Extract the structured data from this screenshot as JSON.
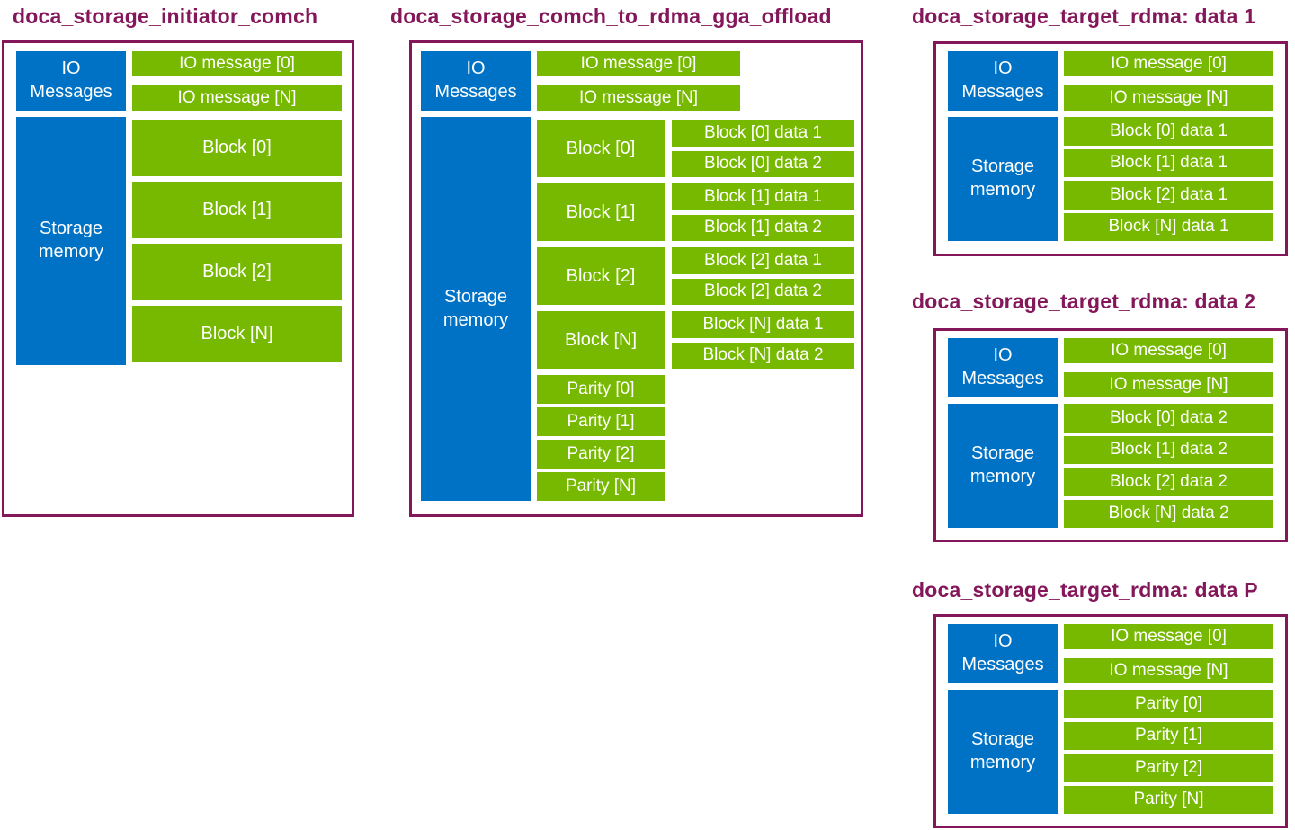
{
  "colors": {
    "green": "#76B900",
    "blue": "#0072C6",
    "magenta": "#84175A",
    "box_text": "#FFFFFF",
    "background": "#FFFFFF"
  },
  "panels": {
    "initiator": {
      "title": "doca_storage_initiator_comch",
      "io_label": "IO Messages",
      "messages": [
        "IO message [0]",
        "IO message [N]"
      ],
      "storage_label": "Storage memory",
      "blocks": [
        "Block [0]",
        "Block [1]",
        "Block [2]",
        "Block [N]"
      ]
    },
    "offload": {
      "title": "doca_storage_comch_to_rdma_gga_offload",
      "io_label": "IO Messages",
      "messages": [
        "IO message [0]",
        "IO message [N]"
      ],
      "storage_label": "Storage memory",
      "block_rows": [
        {
          "label": "Block [0]",
          "data": [
            "Block [0] data 1",
            "Block [0] data 2"
          ]
        },
        {
          "label": "Block [1]",
          "data": [
            "Block [1] data 1",
            "Block [1] data 2"
          ]
        },
        {
          "label": "Block [2]",
          "data": [
            "Block [2] data 1",
            "Block [2] data 2"
          ]
        },
        {
          "label": "Block [N]",
          "data": [
            "Block [N] data 1",
            "Block [N] data 2"
          ]
        }
      ],
      "parity": [
        "Parity [0]",
        "Parity [1]",
        "Parity [2]",
        "Parity [N]"
      ]
    },
    "target_data1": {
      "title": "doca_storage_target_rdma: data 1",
      "io_label": "IO Messages",
      "messages": [
        "IO message [0]",
        "IO message [N]"
      ],
      "storage_label": "Storage memory",
      "rows": [
        "Block [0] data 1",
        "Block [1] data 1",
        "Block [2] data 1",
        "Block [N] data 1"
      ]
    },
    "target_data2": {
      "title": "doca_storage_target_rdma: data 2",
      "io_label": "IO Messages",
      "messages": [
        "IO message [0]",
        "IO message [N]"
      ],
      "storage_label": "Storage memory",
      "rows": [
        "Block [0] data 2",
        "Block [1] data 2",
        "Block [2] data 2",
        "Block [N] data 2"
      ]
    },
    "target_dataP": {
      "title": "doca_storage_target_rdma: data P",
      "io_label": "IO Messages",
      "messages": [
        "IO message [0]",
        "IO message [N]"
      ],
      "storage_label": "Storage memory",
      "rows": [
        "Parity [0]",
        "Parity [1]",
        "Parity [2]",
        "Parity [N]"
      ]
    }
  }
}
